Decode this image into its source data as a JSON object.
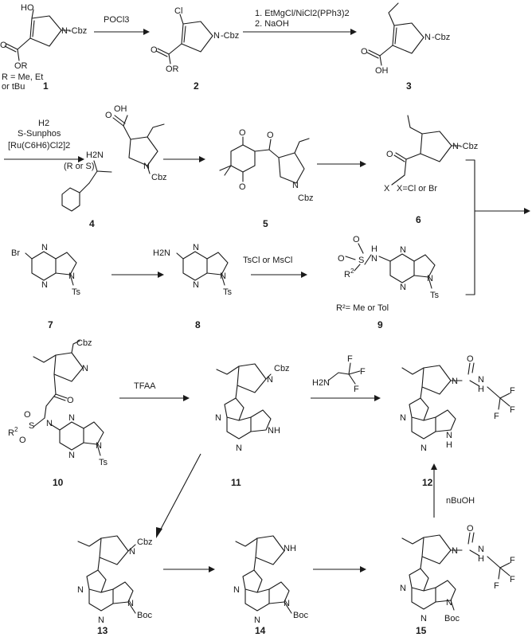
{
  "atoms": {
    "HO": "HO",
    "N": "N",
    "Cbz": "Cbz",
    "O": "O",
    "OR": "OR",
    "OH": "OH",
    "Cl": "Cl",
    "Br": "Br",
    "Ts": "Ts",
    "H": "H",
    "NH": "NH",
    "H2N": "H2N",
    "F": "F",
    "Boc": "Boc",
    "X": "X",
    "S": "S",
    "R2": "R",
    "sup2": "2"
  },
  "reagents": {
    "r1": "POCl3",
    "r2_line1": "1. EtMgCl/NiCl2(PPh3)2",
    "r2_line2": "2. NaOH",
    "r3_line1": "H2",
    "r3_line2": "S-Sunphos",
    "r3_line3": "[Ru(C6H6)Cl2]2",
    "r3_amine": "(R or S)",
    "r4": "TsCl or MsCl",
    "r5": "TFAA",
    "r6": "nBuOH"
  },
  "notes": {
    "r_def_1": "R = Me, Et",
    "r_def_2": "or tBu",
    "x_def": "X=Cl or Br",
    "r2_def": "R²= Me or Tol"
  },
  "compounds": [
    "1",
    "2",
    "3",
    "4",
    "5",
    "6",
    "7",
    "8",
    "9",
    "10",
    "11",
    "12",
    "13",
    "14",
    "15"
  ]
}
